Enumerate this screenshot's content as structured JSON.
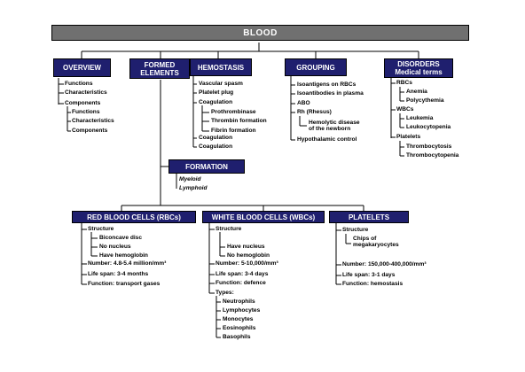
{
  "title": "BLOOD",
  "headers": {
    "overview": "OVERVIEW",
    "formed_elements": "FORMED\nELEMENTS",
    "hemostasis": "HEMOSTASIS",
    "grouping": "GROUPING",
    "disorders": "DISORDERS\nMedical terms",
    "formation": "FORMATION",
    "rbc": "RED BLOOD CELLS (RBCs)",
    "wbc": "WHITE BLOOD CELLS (WBCs)",
    "platelets": "PLATELETS"
  },
  "overview": {
    "items": [
      "Functions",
      "Characteristics",
      "Components"
    ],
    "components": [
      "Functions",
      "Characteristics",
      "Components"
    ]
  },
  "hemostasis": {
    "items": [
      "Vascular spasm",
      "Platelet plug",
      "Coagulation"
    ],
    "coag_sub": [
      "Prothrombinase",
      "Thrombin formation",
      "Fibrin formation"
    ],
    "tail": [
      "Coagulation",
      "Coagulation"
    ]
  },
  "grouping": {
    "items": [
      "Isoantigens on RBCs",
      "Isoantibodies in plasma",
      "ABO",
      "Rh (Rhesus)"
    ],
    "rh_sub": "Hemolytic disease\nof the newborn",
    "tail": "Hypothalamic control"
  },
  "disorders": {
    "rbcs": "RBCs",
    "rbc_items": [
      "Anemia",
      "Polycythemia"
    ],
    "wbcs": "WBCs",
    "wbc_items": [
      "Leukemia",
      "Leukocytopenia"
    ],
    "platelets": "Platelets",
    "platelet_items": [
      "Thrombocytosis",
      "Thrombocytopenia"
    ]
  },
  "formation": {
    "items": [
      "Myeloid",
      "Lymphoid"
    ]
  },
  "rbc": {
    "structure": "Structure",
    "structure_items": [
      "Biconcave disc",
      "No nucleus",
      "Have hemoglobin"
    ],
    "details": [
      "Number: 4.8-5.4 million/mm³",
      "Life span: 3-4 months",
      "Function: transport gases"
    ]
  },
  "wbc": {
    "structure": "Structure",
    "structure_items": [
      "Have nucleus",
      "No hemoglobin"
    ],
    "details": [
      "Number: 5-10,000/mm³",
      "Life span: 3-4 days",
      "Function: defence"
    ],
    "types": "Types:",
    "type_items": [
      "Neutrophils",
      "Lymphocytes",
      "Monocytes",
      "Eosinophils",
      "Basophils"
    ]
  },
  "platelets": {
    "structure": "Structure",
    "chips": "Chips of\nmegakaryocytes",
    "details": [
      "Number: 150,000-400,000/mm³",
      "Life span: 3-1 days",
      "Function: hemostasis"
    ]
  }
}
